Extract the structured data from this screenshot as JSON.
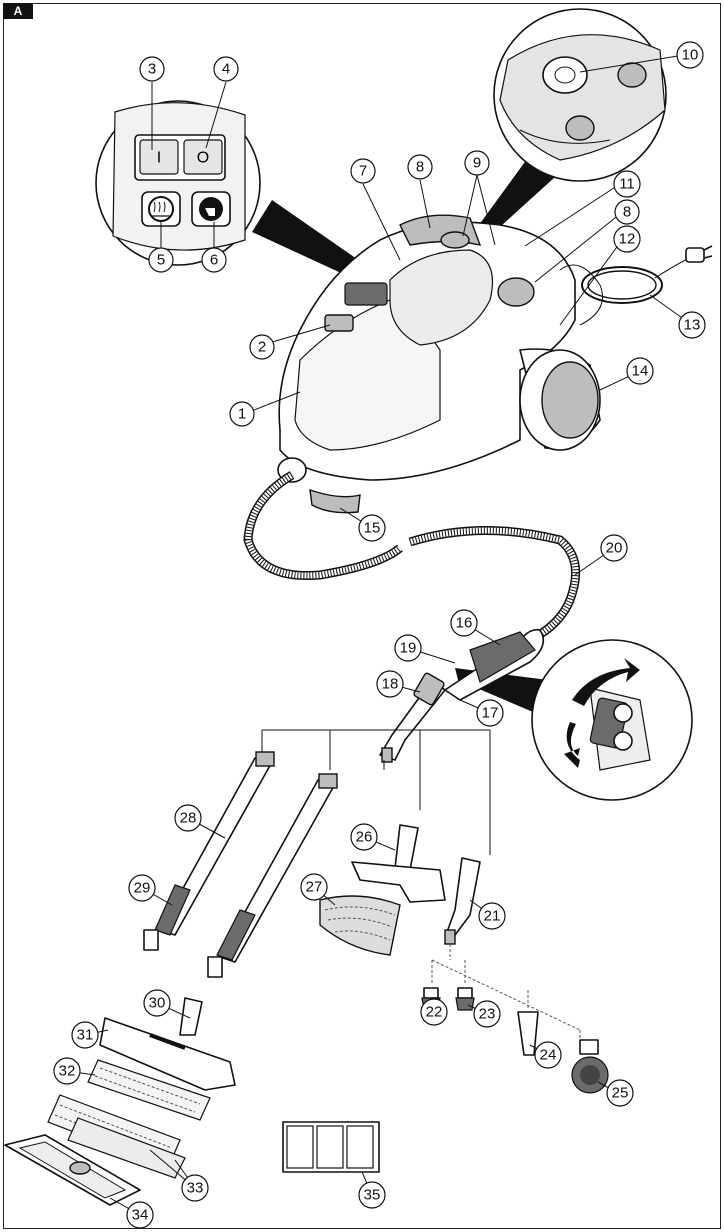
{
  "figure_tag": "A",
  "callouts": [
    "1",
    "2",
    "3",
    "4",
    "5",
    "6",
    "7",
    "8",
    "8",
    "9",
    "10",
    "11",
    "12",
    "13",
    "14",
    "15",
    "16",
    "17",
    "18",
    "19",
    "20",
    "21",
    "22",
    "23",
    "24",
    "25",
    "26",
    "27",
    "28",
    "29",
    "30",
    "31",
    "32",
    "33",
    "34",
    "35"
  ],
  "switch_glyphs": {
    "on": "I",
    "off": "O"
  },
  "icons": [
    "heating-indicator-icon",
    "steam-ready-icon",
    "steam-lock-icon",
    "steam-on-icon"
  ]
}
